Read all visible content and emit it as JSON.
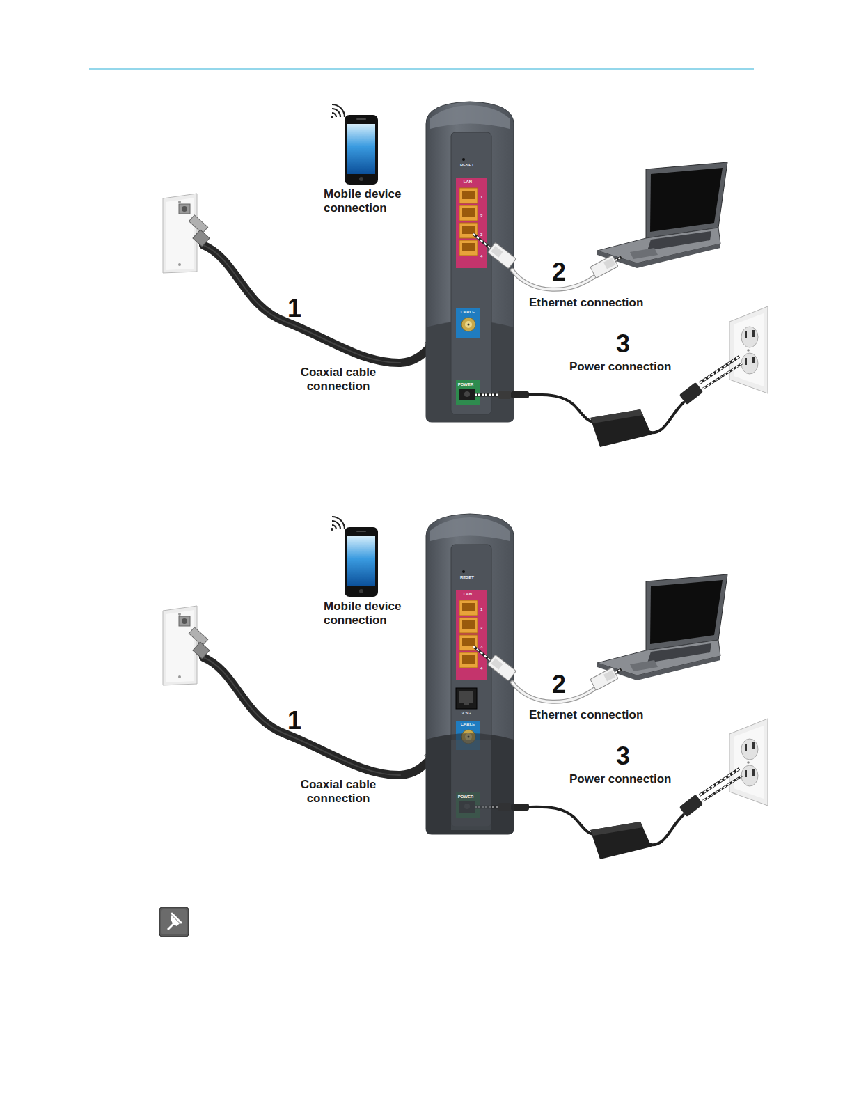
{
  "diagram": {
    "labels": [
      "Mobile device connection",
      "RESET",
      "LAN",
      "1",
      "2",
      "3",
      "4",
      "2",
      "Ethernet connection",
      "1",
      "CABLE",
      "Coaxial cable connection",
      "3",
      "Power connection",
      "POWER",
      "Mobile device connection",
      "RESET",
      "LAN",
      "1",
      "2",
      "3",
      "4",
      "2.5G",
      "2",
      "Ethernet connection",
      "1",
      "CABLE",
      "Coaxial cable connection",
      "3",
      "Power connection",
      "POWER"
    ]
  }
}
